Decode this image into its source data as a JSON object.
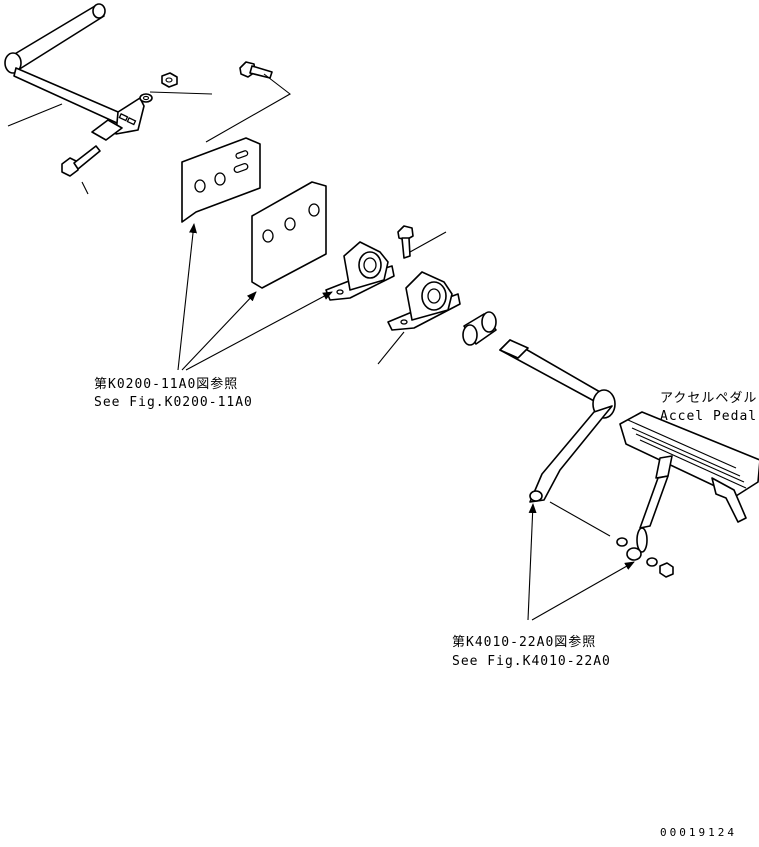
{
  "labels": {
    "ref_a_jp": "第K0200-11A0図参照",
    "ref_a_en": "See Fig.K0200-11A0",
    "ref_b_jp": "第K4010-22A0図参照",
    "ref_b_en": "See Fig.K4010-22A0",
    "pedal_jp": "アクセルペダル",
    "pedal_en": "Accel Pedal",
    "drawing_code": "00019124"
  }
}
